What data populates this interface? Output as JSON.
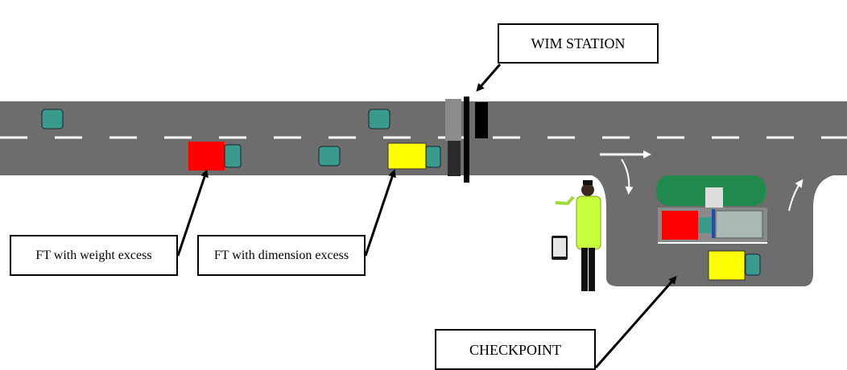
{
  "labels": {
    "wim_station": "WIM STATION",
    "ft_weight": "FT with weight excess",
    "ft_dimension": "FT with dimension excess",
    "checkpoint": "CHECKPOINT"
  },
  "colors": {
    "road": "#6d6d6d",
    "lane_marking": "#ffffff",
    "truck_weight_excess": "#ff0000",
    "truck_dimension_excess": "#ffff00",
    "truck_cab": "#3a9b8c",
    "checkpoint_canopy": "#1f8a4c",
    "officer_vest": "#c8ff3c"
  },
  "icons": {
    "officer": "traffic-officer-icon",
    "tablet": "tablet-icon",
    "wim_sensor": "weigh-in-motion-sensor-icon"
  }
}
